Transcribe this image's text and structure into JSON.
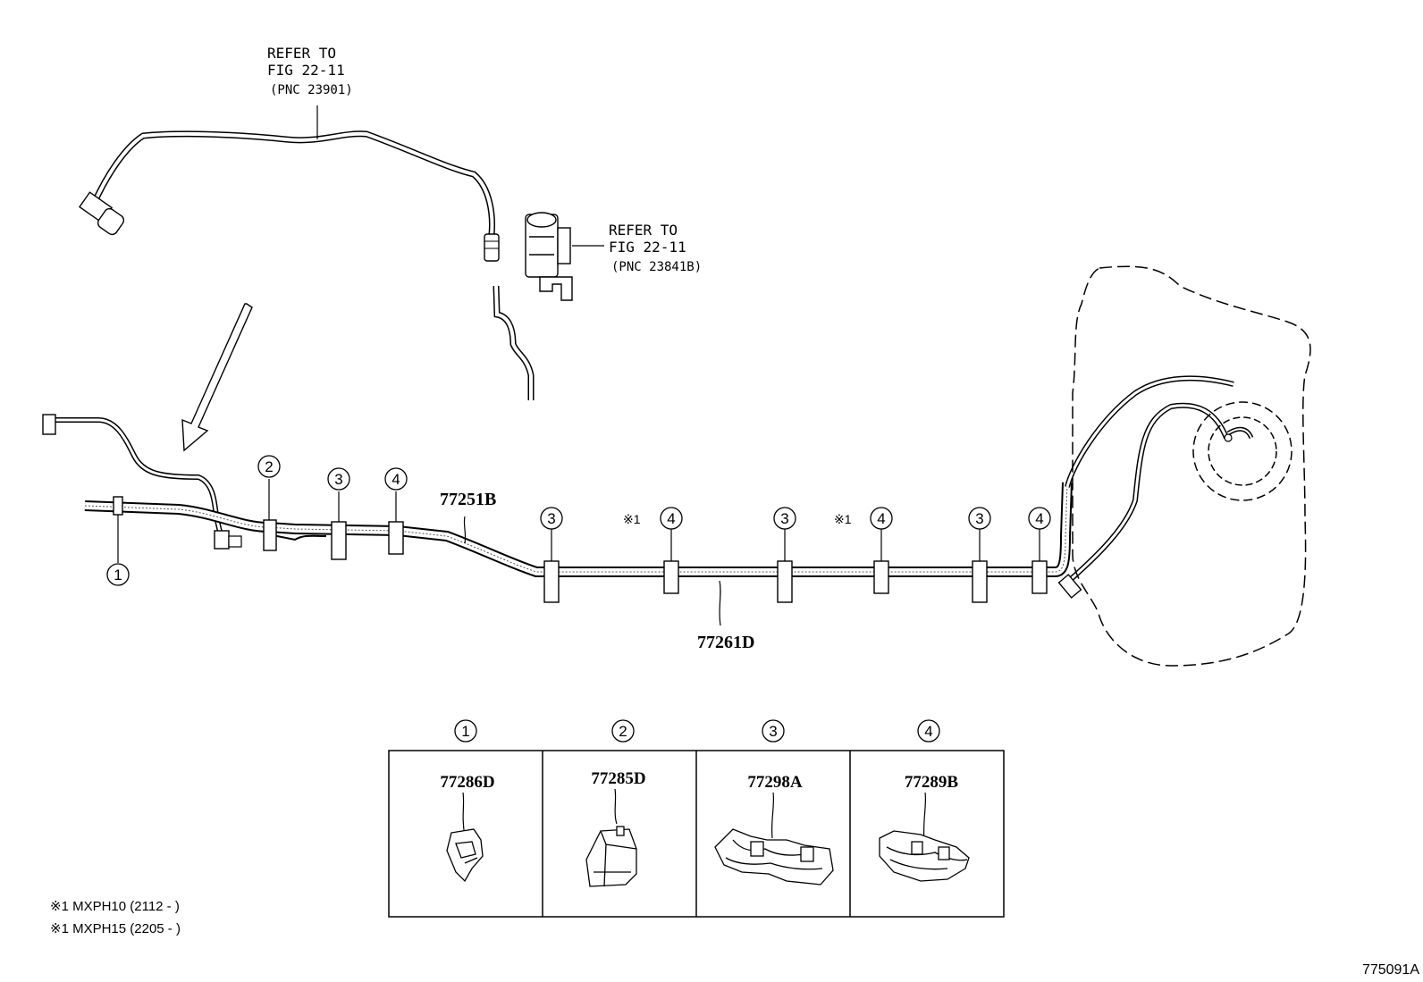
{
  "refer_upper": {
    "line1": "REFER TO",
    "line2": "FIG 22-11",
    "line3": "(PNC 23901)"
  },
  "refer_mid": {
    "line1": "REFER TO",
    "line2": "FIG 22-11",
    "line3": "(PNC 23841B)"
  },
  "part_labels": {
    "p77251B": "77251B",
    "p77261D": "77261D"
  },
  "markers": {
    "m1": "1",
    "m2": "2",
    "m3": "3",
    "m4": "4"
  },
  "note_prefix": "※1",
  "legend": {
    "headers": [
      "1",
      "2",
      "3",
      "4"
    ],
    "parts": [
      "77286D",
      "77285D",
      "77298A",
      "77289B"
    ]
  },
  "notes": [
    "※1 MXPH10 (2112 -        )",
    "※1 MXPH15 (2205 -        )"
  ],
  "figure_id": "775091A"
}
